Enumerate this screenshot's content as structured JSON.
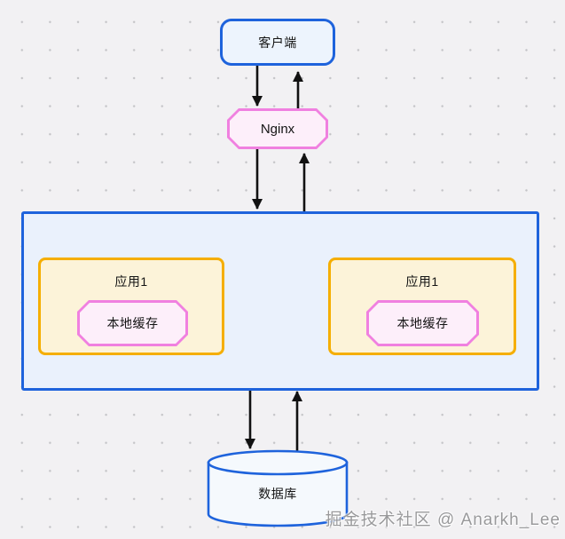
{
  "diagram": {
    "nodes": {
      "client": {
        "label": "客户端"
      },
      "nginx": {
        "label": "Nginx"
      },
      "app_left": {
        "label": "应用1"
      },
      "cache_left": {
        "label": "本地缓存"
      },
      "app_right": {
        "label": "应用1"
      },
      "cache_right": {
        "label": "本地缓存"
      },
      "database": {
        "label": "数据库"
      }
    },
    "watermark": "掘金技术社区 @ Anarkh_Lee",
    "colors": {
      "background": "#f2f1f3",
      "dot": "#c4c4c7",
      "blue_border": "#1e63dc",
      "blue_fill_light": "#edf4fd",
      "container_fill": "#eaf1fc",
      "cylinder_fill": "#f5f9fd",
      "yellow_border": "#f5ae00",
      "yellow_fill": "#fcf3d9",
      "pink_border": "#f080e0",
      "pink_fill": "#fdeffa",
      "arrow": "#111111"
    }
  }
}
